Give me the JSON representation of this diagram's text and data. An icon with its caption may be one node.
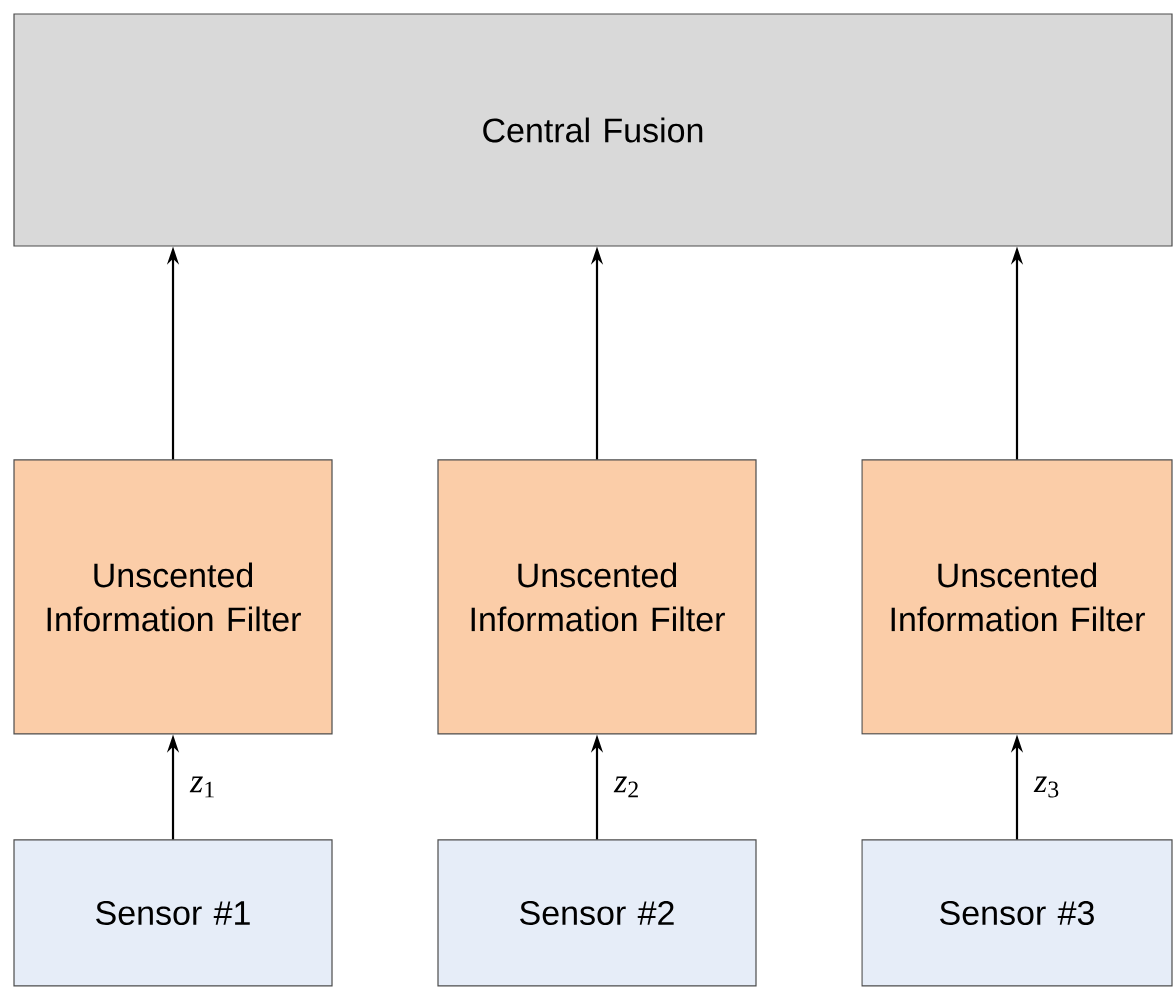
{
  "diagram": {
    "nodes": [
      {
        "text": [
          "Central Fusion"
        ]
      },
      {
        "text": [
          "Unscented Information Filter"
        ]
      },
      {
        "text": [
          "Unscented Information Filter"
        ]
      },
      {
        "text": [
          "Unscented Information Filter"
        ]
      },
      {
        "text": [
          "Sensor #1"
        ]
      },
      {
        "text": [
          "Sensor #2"
        ]
      },
      {
        "text": [
          "Sensor #3"
        ]
      }
    ],
    "edges": [
      {
        "from": 4,
        "to": 1,
        "arrow": "to",
        "label": "*z*$_{1}$"
      },
      {
        "from": 5,
        "to": 2,
        "arrow": "to",
        "label": "*z*$_{2}$"
      },
      {
        "from": 6,
        "to": 3,
        "arrow": "to",
        "label": "*z*$_{3}$"
      },
      {
        "from": 1,
        "to": 0,
        "arrow": "to"
      },
      {
        "from": 2,
        "to": 0,
        "arrow": "to"
      },
      {
        "from": 3,
        "to": 0,
        "arrow": "to"
      }
    ]
  }
}
